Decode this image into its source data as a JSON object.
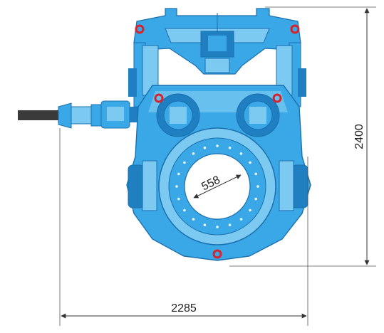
{
  "dimensions": {
    "width_label": "2285",
    "height_label": "2400",
    "bore_label": "558"
  },
  "colors": {
    "body_fill": "#3aa8e6",
    "body_light": "#7ccaf2",
    "body_dark": "#1f7fc0",
    "body_outline": "#1a6fae",
    "lifting_eye": "#d7232c",
    "hose": "#3a3a3a",
    "dimension_line": "#333333"
  }
}
